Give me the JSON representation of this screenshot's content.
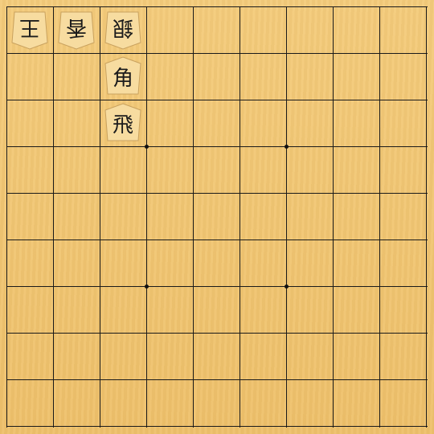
{
  "board": {
    "files": 9,
    "ranks": 9,
    "star_points": [
      [
        3,
        3
      ],
      [
        6,
        3
      ],
      [
        3,
        6
      ],
      [
        6,
        6
      ]
    ]
  },
  "pieces": [
    {
      "id": "king",
      "name": "king-piece",
      "label": "王",
      "file": 0,
      "rank": 0,
      "orientation": "down"
    },
    {
      "id": "lance",
      "name": "lance-piece",
      "label": "香",
      "file": 1,
      "rank": 0,
      "orientation": "down"
    },
    {
      "id": "silver",
      "name": "silver-general-piece",
      "label": "銀",
      "file": 2,
      "rank": 0,
      "orientation": "down"
    },
    {
      "id": "bishop",
      "name": "bishop-piece",
      "label": "角",
      "file": 2,
      "rank": 1,
      "orientation": "up"
    },
    {
      "id": "rook",
      "name": "rook-piece",
      "label": "飛",
      "file": 2,
      "rank": 2,
      "orientation": "up"
    }
  ],
  "colors": {
    "board": "#f0c46e",
    "piece_fill": "#f7dca0",
    "piece_edge": "#c9a25f",
    "line": "#1a1a1a"
  }
}
